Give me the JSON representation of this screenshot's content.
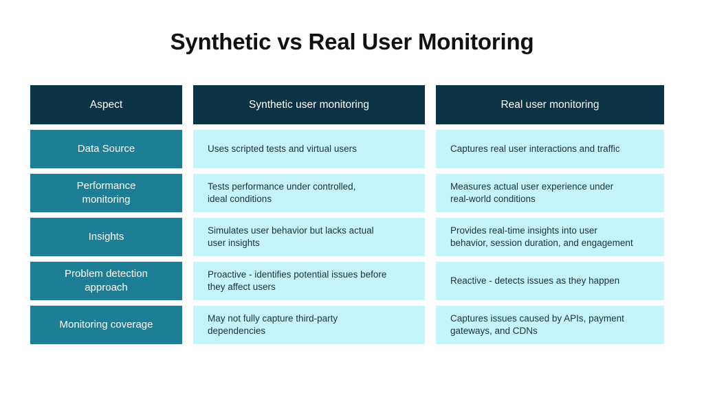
{
  "page": {
    "title": "Synthetic vs Real User Monitoring",
    "background_color": "#FFFFFF"
  },
  "colors": {
    "header_bg": "#0A3343",
    "aspect_bg": "#1E7E96",
    "cell_bg": "#C4F5FB",
    "header_text": "#FFFFFF",
    "aspect_text": "#FFFFFF",
    "cell_text": "#1A3140",
    "title_text": "#111111"
  },
  "table": {
    "headers": [
      "Aspect",
      "Synthetic user monitoring",
      "Real user monitoring"
    ],
    "rows": [
      {
        "aspect": "Data Source",
        "synthetic": "Uses scripted tests and virtual users",
        "real": "Captures real user interactions and traffic"
      },
      {
        "aspect": "Performance\nmonitoring",
        "synthetic": "Tests performance under controlled,\nideal conditions",
        "real": "Measures actual user experience under\nreal-world conditions"
      },
      {
        "aspect": "Insights",
        "synthetic": "Simulates user behavior but lacks actual\nuser insights",
        "real": "Provides real-time insights into user\nbehavior, session duration, and engagement"
      },
      {
        "aspect": "Problem detection\napproach",
        "synthetic": "Proactive - identifies potential issues before\nthey affect users",
        "real": "Reactive - detects issues as they happen"
      },
      {
        "aspect": "Monitoring coverage",
        "synthetic": "May not fully capture third-party\ndependencies",
        "real": "Captures issues caused by APIs, payment\ngateways, and CDNs"
      }
    ]
  }
}
